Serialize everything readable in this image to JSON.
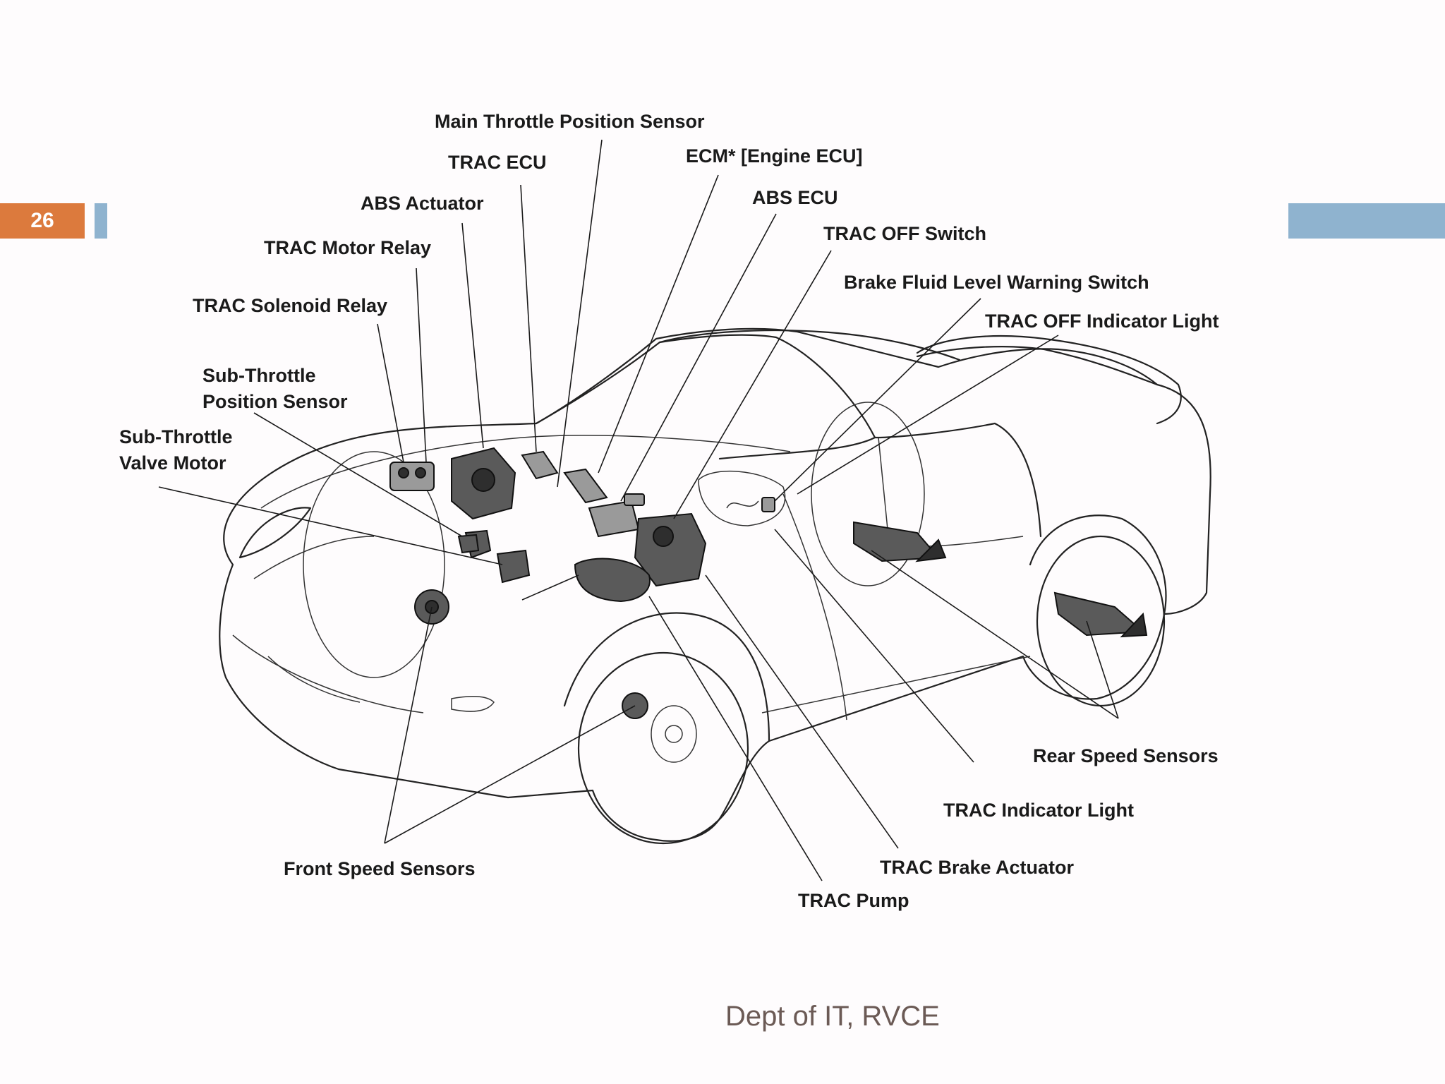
{
  "slide": {
    "page_number": "26",
    "footer": "Dept of IT, RVCE",
    "colors": {
      "page_box": "#dc7a3d",
      "accent_bar": "#8fb3cf",
      "background": "#fefcfd"
    }
  },
  "diagram": {
    "labels": {
      "main_throttle": "Main Throttle Position Sensor",
      "trac_ecu": "TRAC ECU",
      "ecm_line": "ECM* [Engine ECU]",
      "abs_actuator": "ABS Actuator",
      "abs_ecu": "ABS ECU",
      "trac_off_switch": "TRAC OFF Switch",
      "trac_motor_relay": "TRAC Motor Relay",
      "brake_fluid": "Brake Fluid Level Warning Switch",
      "trac_solenoid_relay": "TRAC Solenoid Relay",
      "trac_off_indicator": "TRAC OFF Indicator Light",
      "sub_throttle_pos_1": "Sub-Throttle",
      "sub_throttle_pos_2": "Position Sensor",
      "sub_throttle_motor_1": "Sub-Throttle",
      "sub_throttle_motor_2": "Valve Motor",
      "rear_speed": "Rear Speed Sensors",
      "trac_indicator": "TRAC Indicator Light",
      "front_speed": "Front Speed Sensors",
      "trac_brake_actuator": "TRAC Brake Actuator",
      "trac_pump": "TRAC Pump"
    }
  }
}
